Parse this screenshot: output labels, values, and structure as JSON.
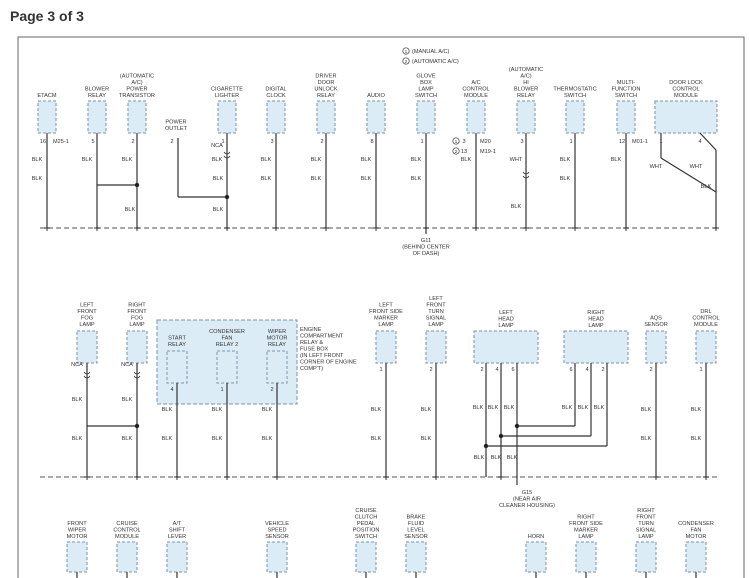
{
  "page_label": "Page 3 of 3",
  "notes": [
    "(MANUAL A/C)",
    "(AUTOMATIC A/C)"
  ],
  "grounds": [
    {
      "id": "G11",
      "lines": [
        "G11",
        "(BEHIND CENTER",
        "OF DASH)"
      ]
    },
    {
      "id": "G15",
      "lines": [
        "G15",
        "(NEAR AIR",
        "CLEANER HOUSING)"
      ]
    }
  ],
  "row1": [
    {
      "label": [
        "ETACM"
      ],
      "pin": "16",
      "conn": "M25-1",
      "wire": "BLK"
    },
    {
      "label": [
        "BLOWER",
        "RELAY"
      ],
      "pin": "5",
      "wire": "BLK"
    },
    {
      "label": [
        "(AUTOMATIC",
        "A/C)",
        "POWER",
        "TRANSISTOR"
      ],
      "pin": "2",
      "wire": "BLK"
    },
    {
      "label": [
        "CIGARETTE",
        "LIGHTER"
      ],
      "pin": "1",
      "wire": "BLK",
      "nca": "NCA"
    },
    {
      "label": [
        "DIGITAL",
        "CLOCK"
      ],
      "pin": "3",
      "wire": "BLK"
    },
    {
      "label": [
        "DRIVER",
        "DOOR",
        "UNLOCK",
        "RELAY"
      ],
      "pin": "2",
      "wire": "BLK"
    },
    {
      "label": [
        "AUDIO"
      ],
      "pin": "8",
      "wire": "BLK"
    },
    {
      "label": [
        "GLOVE",
        "BOX",
        "LAMP",
        "SWITCH"
      ],
      "pin": "1",
      "wire": "BLK"
    },
    {
      "label": [
        "A/C",
        "CONTROL",
        "MODULE"
      ],
      "pins": [
        "3",
        "13"
      ],
      "conns": [
        "M20",
        "M19-1"
      ],
      "wire": "BLK"
    },
    {
      "label": [
        "(AUTOMATIC",
        "A/C)",
        "HI",
        "BLOWER",
        "RELAY"
      ],
      "pin": "3",
      "wire": "WHT"
    },
    {
      "label": [
        "THERMOSTATIC",
        "SWITCH"
      ],
      "pin": "1",
      "wire": "BLK"
    },
    {
      "label": [
        "MULTI-",
        "FUNCTION",
        "SWITCH"
      ],
      "pin": "12",
      "conn": "M01-1",
      "wire": "BLK"
    },
    {
      "label": [
        "DOOR LOCK",
        "CONTROL",
        "MODULE"
      ],
      "pins": [
        "1",
        "4"
      ],
      "wire": "WHT"
    }
  ],
  "power_outlet": {
    "label": [
      "POWER",
      "OUTLET"
    ],
    "pin": "2"
  },
  "row2": [
    {
      "label": [
        "LEFT",
        "FRONT",
        "FOG",
        "LAMP"
      ],
      "nca": "NCA",
      "wire": "BLK"
    },
    {
      "label": [
        "RIGHT",
        "FRONT",
        "FOG",
        "LAMP"
      ],
      "nca": "NCA",
      "wire": "BLK"
    },
    {
      "label": [
        "START",
        "RELAY"
      ],
      "pin": "4",
      "wire": "BLK"
    },
    {
      "label": [
        "CONDENSER",
        "FAN",
        "RELAY 2"
      ],
      "pin": "1",
      "wire": "BLK"
    },
    {
      "label": [
        "WIPER",
        "MOTOR",
        "RELAY"
      ],
      "pin": "2",
      "wire": "BLK"
    },
    {
      "label": [
        "LEFT",
        "FRONT SIDE",
        "MARKER",
        "LAMP"
      ],
      "pin": "1",
      "wire": "BLK"
    },
    {
      "label": [
        "LEFT",
        "FRONT",
        "TURN",
        "SIGNAL",
        "LAMP"
      ],
      "pin": "2",
      "wire": "BLK"
    },
    {
      "label": [
        "LEFT",
        "HEAD",
        "LAMP"
      ],
      "pins": [
        "2",
        "4",
        "6"
      ],
      "wire": "BLK"
    },
    {
      "label": [
        "RIGHT",
        "HEAD",
        "LAMP"
      ],
      "pins": [
        "6",
        "4",
        "2"
      ],
      "wire": "BLK"
    },
    {
      "label": [
        "AQS",
        "SENSOR"
      ],
      "pin": "2",
      "wire": "BLK"
    },
    {
      "label": [
        "DRL",
        "CONTROL",
        "MODULE"
      ],
      "pin": "1",
      "wire": "BLK"
    }
  ],
  "fuse_box_label": [
    "ENGINE",
    "COMPARTMENT",
    "RELAY &",
    "FUSE BOX",
    "(IN LEFT FRONT",
    "CORNER OF ENGINE",
    "COMP'T)"
  ],
  "row3": [
    {
      "label": [
        "FRONT",
        "WIPER",
        "MOTOR"
      ]
    },
    {
      "label": [
        "CRUISE",
        "CONTROL",
        "MODULE"
      ]
    },
    {
      "label": [
        "A/T",
        "SHIFT",
        "LEVER"
      ]
    },
    {
      "label": [
        "VEHICLE",
        "SPEED",
        "SENSOR"
      ]
    },
    {
      "label": [
        "CRUISE",
        "CLUTCH",
        "PEDAL",
        "POSITION",
        "SWITCH"
      ]
    },
    {
      "label": [
        "BRAKE",
        "FLUID",
        "LEVEL",
        "SENSOR"
      ]
    },
    {
      "label": [
        "HORN"
      ]
    },
    {
      "label": [
        "RIGHT",
        "FRONT SIDE",
        "MARKER",
        "LAMP"
      ]
    },
    {
      "label": [
        "RIGHT",
        "FRONT",
        "TURN",
        "SIGNAL",
        "LAMP"
      ]
    },
    {
      "label": [
        "CONDENSER",
        "FAN",
        "MOTOR"
      ]
    }
  ]
}
